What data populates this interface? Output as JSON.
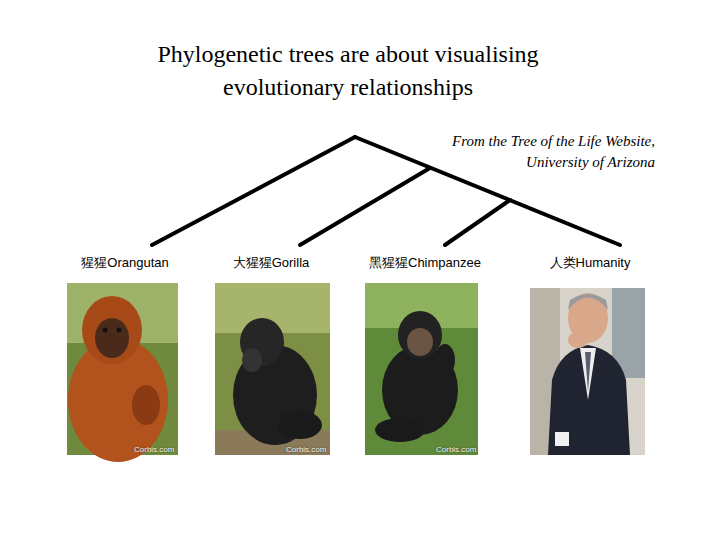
{
  "diagram": {
    "title": "Phylogenetic trees are about visualising evolutionary relationships",
    "labels": [
      "From the Tree of the Life Website, University of Arizona",
      "猩猩Orangutan",
      "大猩猩Gorilla",
      "黑猩猩Chimpanzee",
      "人类Humanity",
      "Corbis.com",
      "Corbis.com",
      "Corbis.com"
    ]
  }
}
